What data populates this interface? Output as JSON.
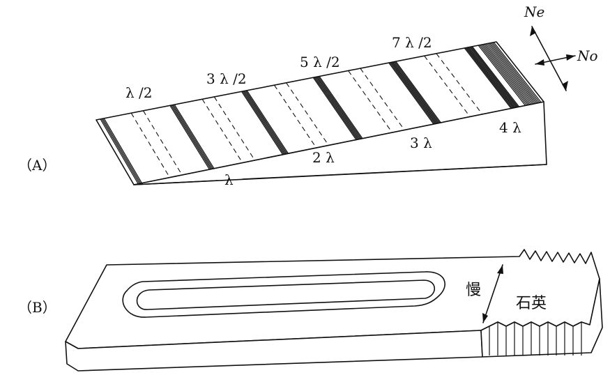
{
  "panel_a": {
    "label": "（A）",
    "top_labels": [
      "λ /2",
      "3 λ /2",
      "5 λ /2",
      "7 λ /2"
    ],
    "bottom_labels": [
      "λ",
      "2 λ",
      "3 λ",
      "4 λ"
    ],
    "axis_ne": "Ne",
    "axis_no": "No"
  },
  "panel_b": {
    "label": "（B）",
    "slow_label": "慢",
    "material_label": "石英"
  }
}
